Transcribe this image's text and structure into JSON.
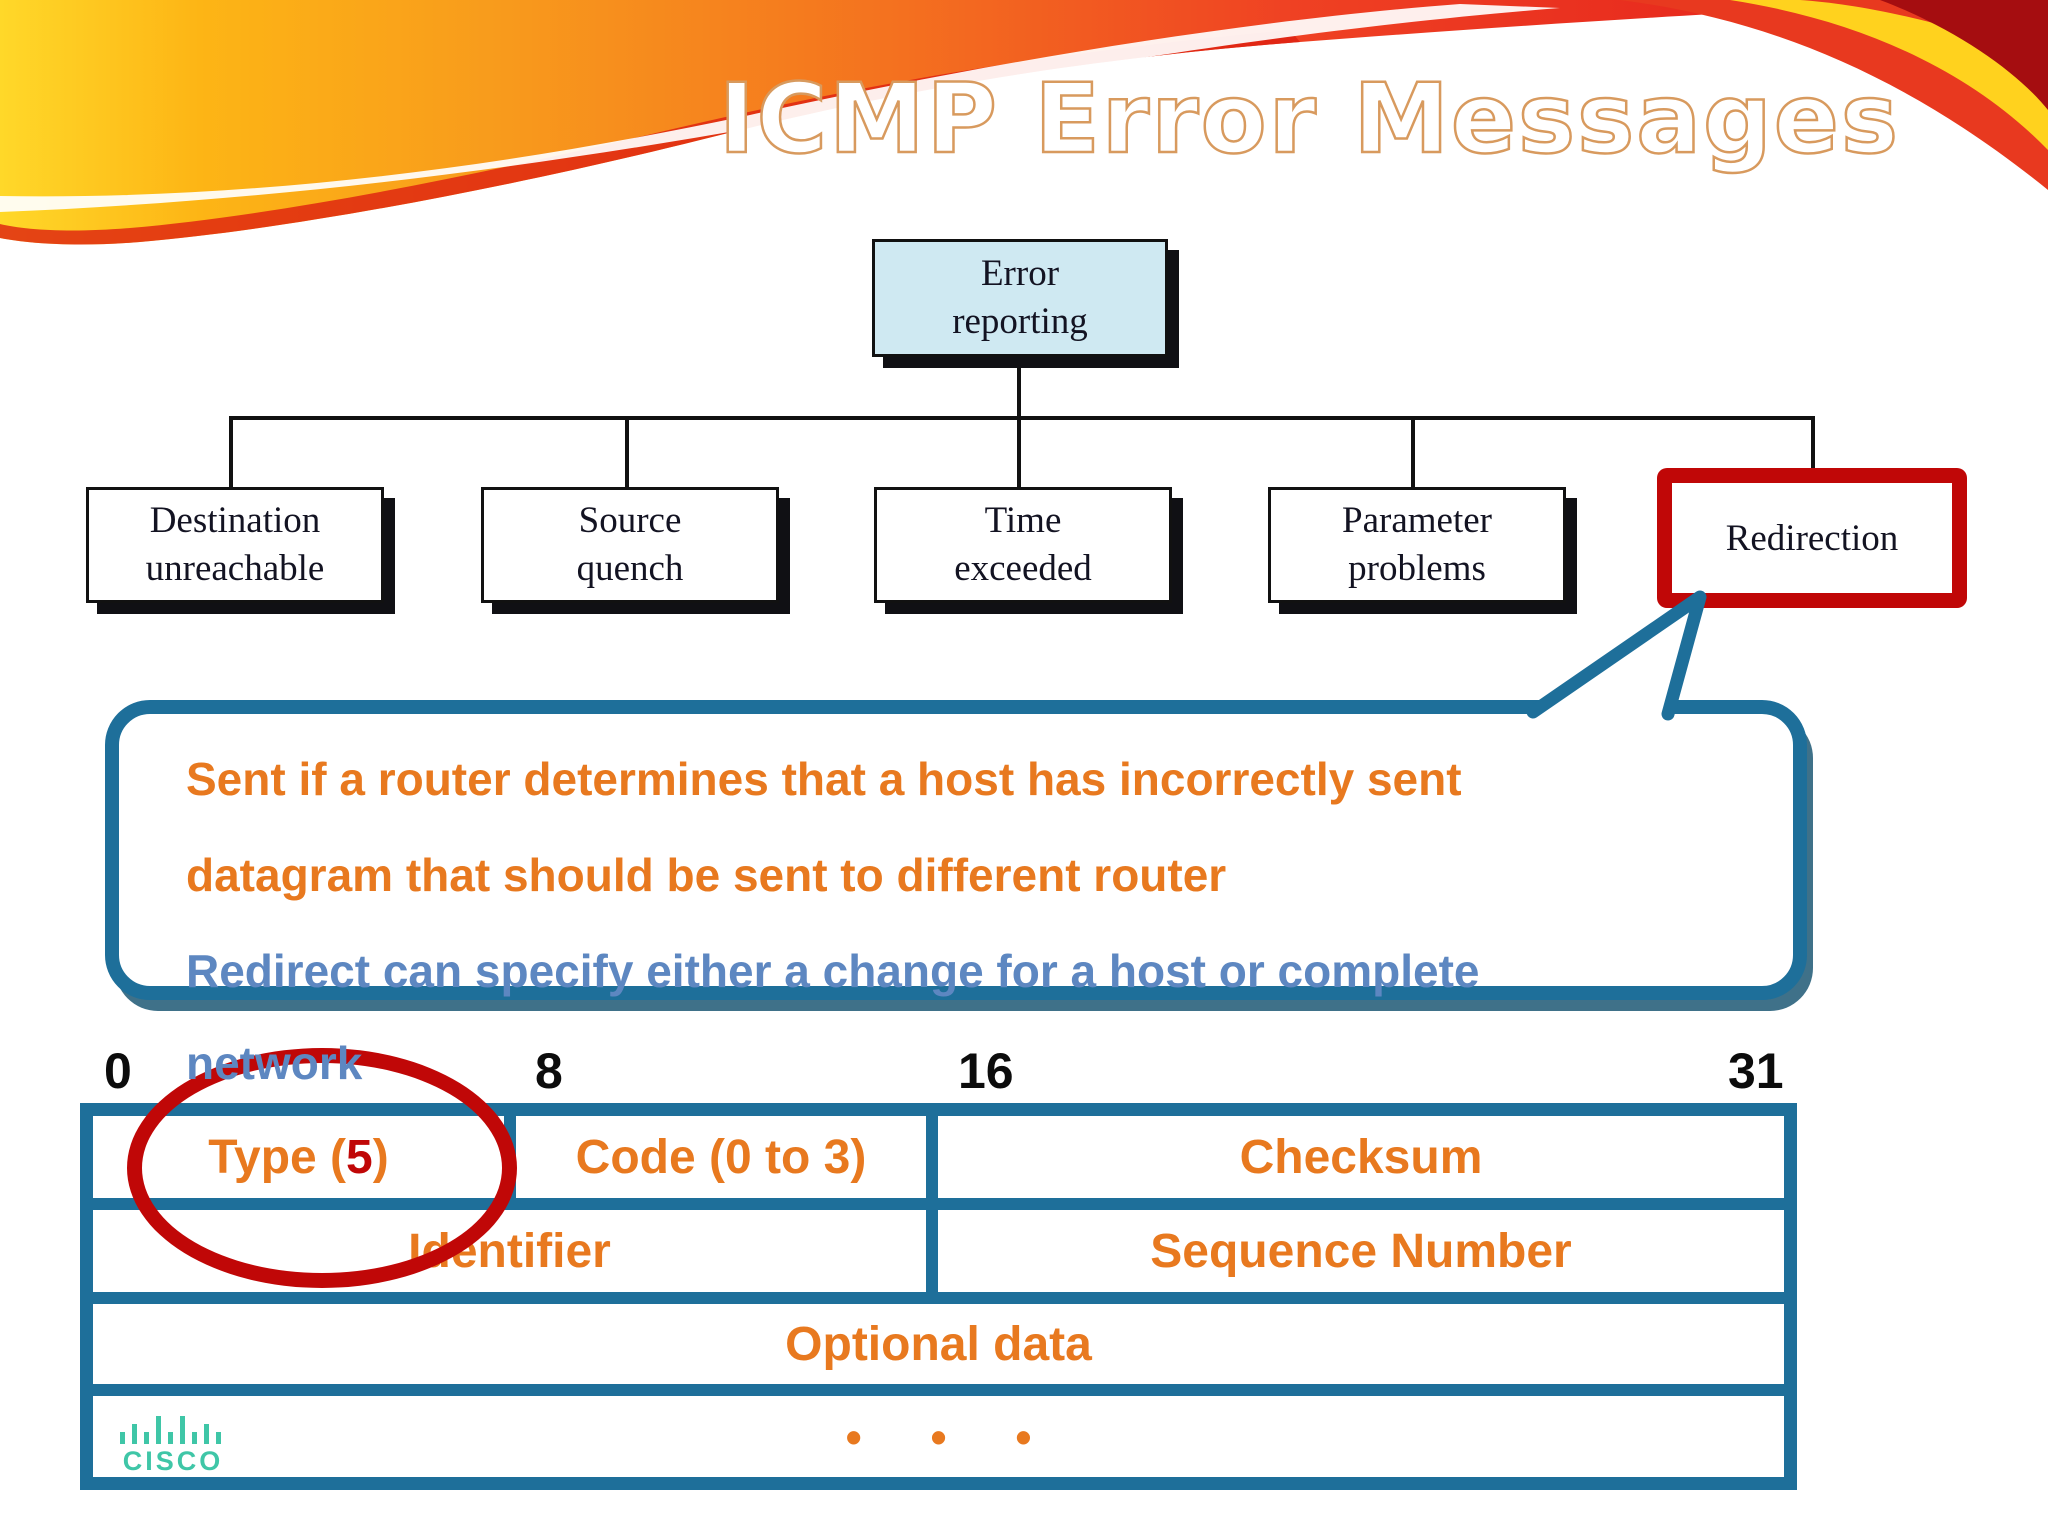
{
  "title": "ICMP Error Messages",
  "tree": {
    "root_line1": "Error",
    "root_line2": "reporting",
    "boxes": [
      {
        "line1": "Destination",
        "line2": "unreachable"
      },
      {
        "line1": "Source",
        "line2": "quench"
      },
      {
        "line1": "Time",
        "line2": "exceeded"
      },
      {
        "line1": "Parameter",
        "line2": "problems"
      }
    ],
    "redirection": "Redirection"
  },
  "callout": {
    "line1": "Sent if a router determines that a host has incorrectly sent",
    "line2": "datagram that should be sent to different router",
    "line3": "Redirect can specify either a change for a host or complete",
    "line4": "network"
  },
  "packet": {
    "bit_labels": [
      "0",
      "8",
      "16",
      "31"
    ],
    "row1": {
      "type_pre": "Type (",
      "type_num": "5",
      "type_post": ")",
      "code": "Code (0 to 3)",
      "checksum": "Checksum"
    },
    "row2": {
      "identifier": "Identifier",
      "sequence": "Sequence Number"
    },
    "row3": {
      "optional": "Optional data"
    },
    "row4": {
      "dots": "• • •"
    }
  },
  "branding": {
    "cisco_label": "CISCO"
  },
  "colors": {
    "table_border": "#1e6f9a",
    "orange_text": "#e8791f",
    "blue_text": "#5d87c1",
    "red_accent": "#c00707",
    "root_box_fill": "#cfe9f2",
    "cisco_teal": "#3fc6a7",
    "title_outline": "#d89a5e"
  }
}
